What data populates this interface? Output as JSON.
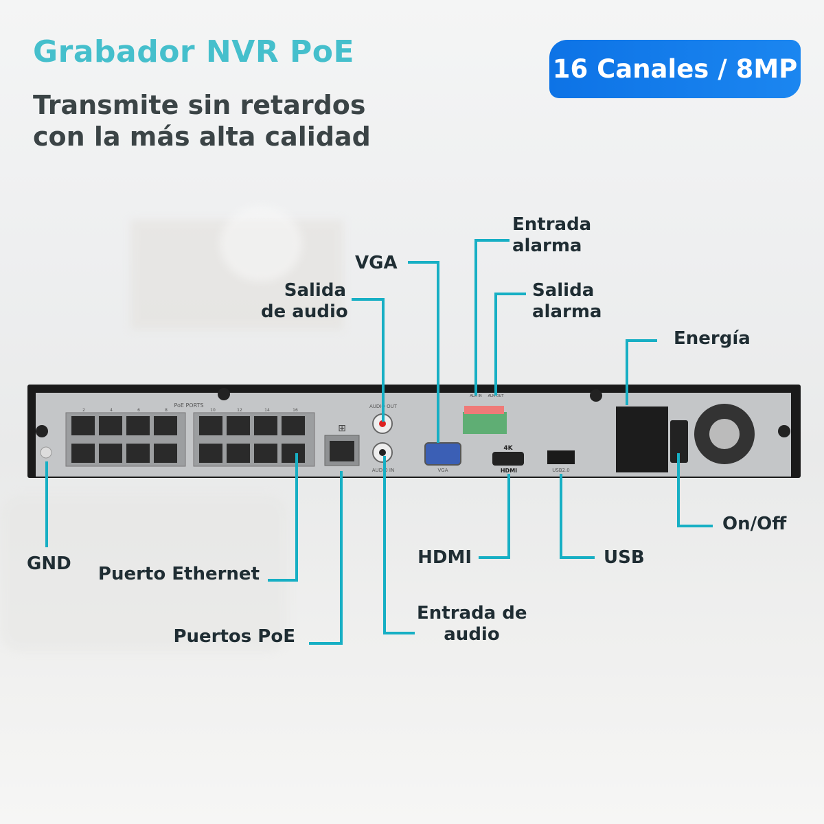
{
  "header": {
    "title": "Grabador NVR PoE",
    "subtitle_line1": "Transmite sin retardos",
    "subtitle_line2": "con la más alta calidad",
    "badge": "16 Canales / 8MP"
  },
  "callouts": {
    "entrada_alarma": [
      "Entrada",
      "alarma"
    ],
    "vga": "VGA",
    "salida_audio": [
      "Salida",
      "de audio"
    ],
    "salida_alarma": [
      "Salida",
      "alarma"
    ],
    "energia": "Energía",
    "on_off": "On/Off",
    "gnd": "GND",
    "puerto_ethernet": "Puerto Ethernet",
    "hdmi": "HDMI",
    "usb": "USB",
    "entrada_audio": [
      "Entrada de",
      "audio"
    ],
    "puertos_poe": "Puertos PoE"
  },
  "device": {
    "poe_ports_label": "PoE PORTS",
    "port_numbers": [
      "2",
      "4",
      "6",
      "8",
      "10",
      "12",
      "14",
      "16"
    ],
    "audio_out": "AUDIO OUT",
    "audio_in": "AUDIO IN",
    "vga": "VGA",
    "hdmi_4k": "4K",
    "hdmi": "HDMI",
    "usb": "USB2.0",
    "alm_in": "ALM IN",
    "alm_out": "ALM OUT"
  },
  "colors": {
    "accent": "#45bfcc",
    "leader": "#17afc4",
    "badge": "#0d73e6",
    "text": "#1f2d33"
  }
}
